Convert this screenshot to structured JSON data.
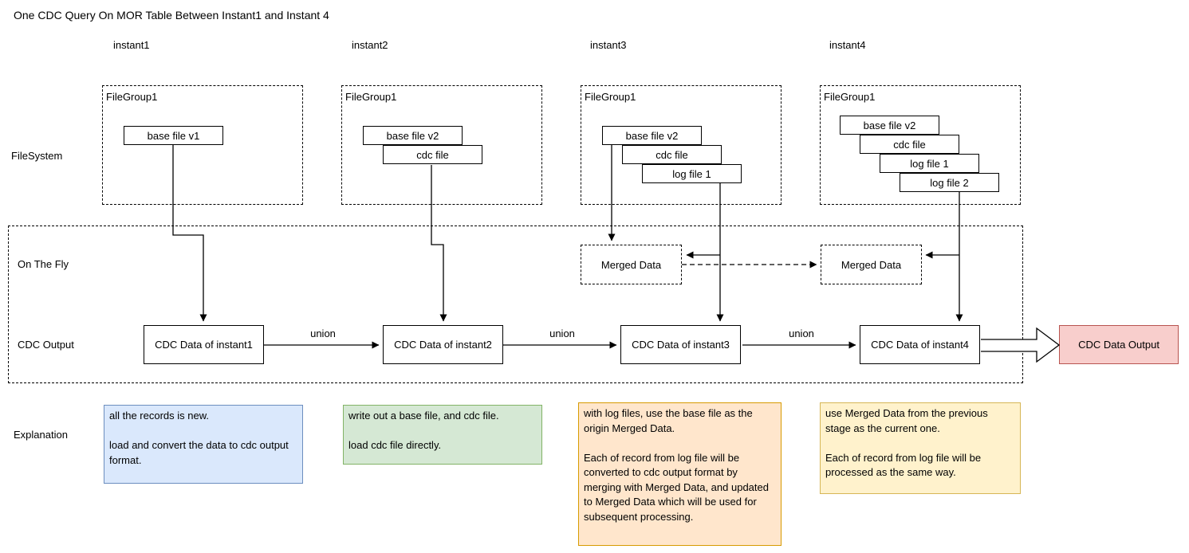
{
  "title": "One CDC Query On MOR Table Between Instant1 and Instant 4",
  "rows": {
    "filesystem": "FileSystem",
    "on_the_fly": "On The Fly",
    "cdc_output": "CDC Output",
    "explanation": "Explanation"
  },
  "columns": [
    {
      "header": "instant1",
      "filegroup_label": "FileGroup1",
      "files": [
        "base file v1"
      ],
      "cdc_label": "CDC Data of instant1",
      "union_label": "union",
      "explanation": {
        "para1": "all the records is new.",
        "para2": "load and convert the data to cdc output format."
      }
    },
    {
      "header": "instant2",
      "filegroup_label": "FileGroup1",
      "files": [
        "base file v2",
        "cdc file"
      ],
      "cdc_label": "CDC Data of instant2",
      "union_label": "union",
      "explanation": {
        "para1": "write out a base file, and cdc file.",
        "para2": "load cdc file directly."
      }
    },
    {
      "header": "instant3",
      "filegroup_label": "FileGroup1",
      "files": [
        "base file v2",
        "cdc file",
        "log file 1"
      ],
      "merged_label": "Merged Data",
      "cdc_label": "CDC Data of instant3",
      "union_label": "union",
      "explanation": {
        "para1": "with log files, use the base file as the origin Merged Data.",
        "para2": "Each of record from log file will be converted to cdc output format by merging with Merged Data, and updated to Merged Data which will be used for subsequent processing."
      }
    },
    {
      "header": "instant4",
      "filegroup_label": "FileGroup1",
      "files": [
        "base file v2",
        "cdc file",
        "log file 1",
        "log file 2"
      ],
      "merged_label": "Merged Data",
      "cdc_label": "CDC Data of instant4",
      "explanation": {
        "para1": "use Merged Data from the previous stage as the current one.",
        "para2": "Each of record from log file will be processed as the same way."
      }
    }
  ],
  "output_label": "CDC Data Output",
  "colors": {
    "explanation_instant1": {
      "bg": "#dae8fc",
      "border": "#6c8ebf"
    },
    "explanation_instant2": {
      "bg": "#d5e8d4",
      "border": "#82b366"
    },
    "explanation_instant3": {
      "bg": "#ffe6cc",
      "border": "#d79b00"
    },
    "explanation_instant4": {
      "bg": "#fff2cc",
      "border": "#d6b656"
    },
    "cdc_data_output": {
      "bg": "#f8cecc",
      "border": "#b85450"
    },
    "line": "#000000"
  }
}
